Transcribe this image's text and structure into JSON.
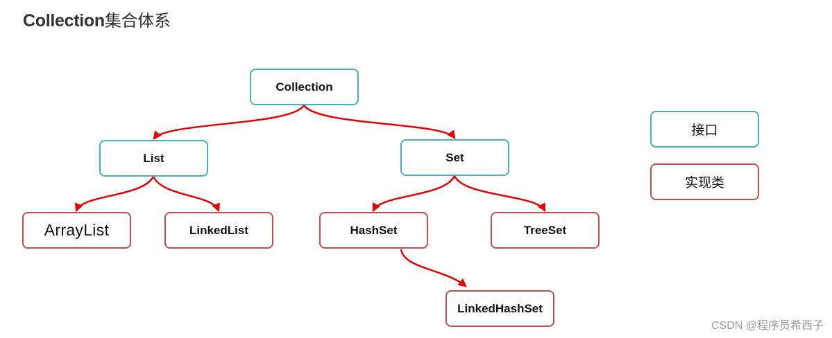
{
  "title": {
    "prefix": "Collection",
    "suffix": "集合体系"
  },
  "colors": {
    "interface_border": "#4bacc6",
    "impl_border": "#c0504d",
    "arrow": "#e30000"
  },
  "nodes": {
    "collection": "Collection",
    "list": "List",
    "set": "Set",
    "arraylist": "ArrayList",
    "linkedlist": "LinkedList",
    "hashset": "HashSet",
    "treeset": "TreeSet",
    "linkedhashset": "LinkedHashSet"
  },
  "legend": {
    "interface": "接口",
    "impl": "实现类"
  },
  "watermark": "CSDN @程序员希西子"
}
